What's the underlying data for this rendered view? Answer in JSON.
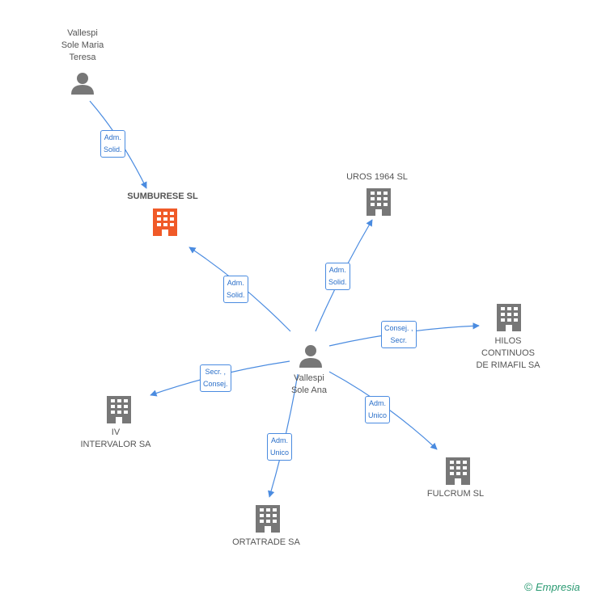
{
  "nodes": {
    "vallespi_maria": {
      "label": "Vallespi\nSole Maria\nTeresa",
      "icon": "person-icon"
    },
    "sumburese": {
      "label": "SUMBURESE SL",
      "icon": "building-icon",
      "color": "#f05a28"
    },
    "uros": {
      "label": "UROS 1964  SL",
      "icon": "building-icon"
    },
    "hilos": {
      "label": "HILOS\nCONTINUOS\nDE RIMAFIL SA",
      "icon": "building-icon"
    },
    "vallespi_ana": {
      "label": "Vallespi\nSole Ana",
      "icon": "person-icon"
    },
    "iv": {
      "label": "IV\nINTERVALOR SA",
      "icon": "building-icon"
    },
    "fulcrum": {
      "label": "FULCRUM SL",
      "icon": "building-icon"
    },
    "ortatrade": {
      "label": "ORTATRADE SA",
      "icon": "building-icon"
    }
  },
  "edges": {
    "maria_sumburese": "Adm.\nSolid.",
    "ana_sumburese": "Adm.\nSolid.",
    "ana_uros": "Adm.\nSolid.",
    "ana_hilos": "Consej. ,\nSecr.",
    "ana_iv": "Secr. ,\nConsej.",
    "ana_fulcrum": "Adm.\nUnico",
    "ana_ortatrade": "Adm.\nUnico"
  },
  "colors": {
    "edge": "#4a8be0",
    "icon": "#777777",
    "highlight": "#f05a28"
  },
  "brand": {
    "symbol": "©",
    "name": "Empresia"
  }
}
